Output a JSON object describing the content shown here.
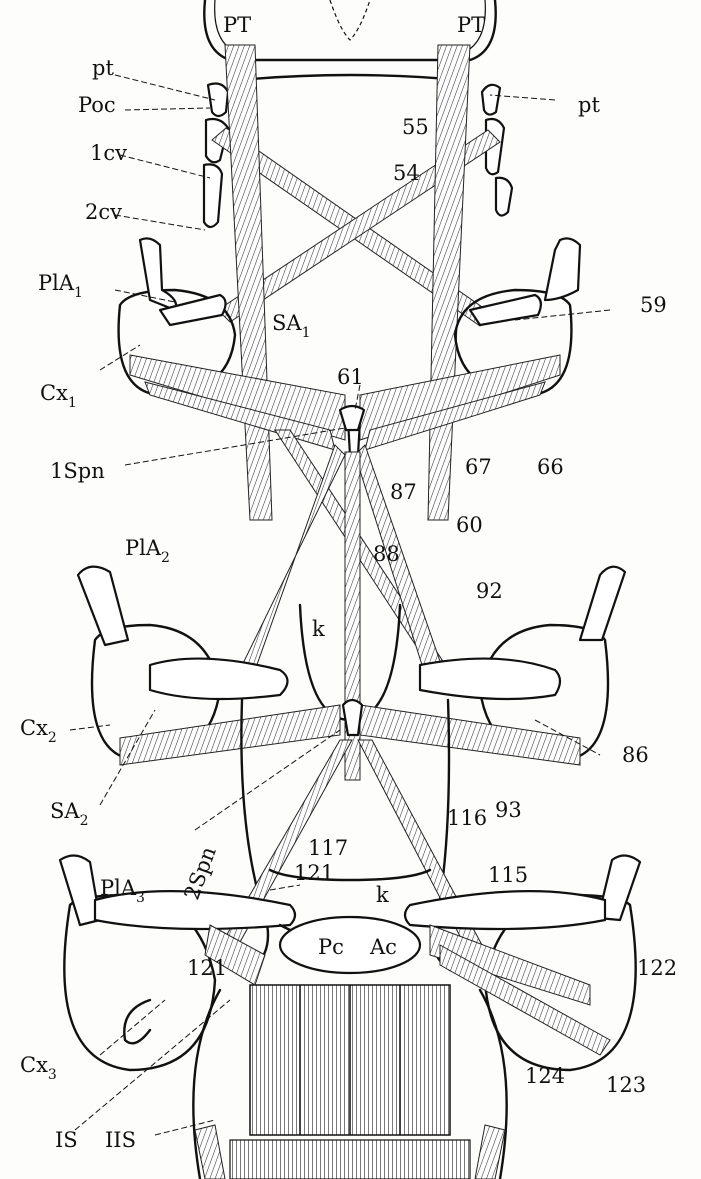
{
  "labels": {
    "pt_left": "pt",
    "pt_right": "pt",
    "PT_left": "PT",
    "PT_right": "PT",
    "Poc": "Poc",
    "1cv": "1cv",
    "2cv": "2cv",
    "55": "55",
    "54": "54",
    "PlA1": "PlA",
    "PlA1_sub": "1",
    "SA1": "SA",
    "SA1_sub": "1",
    "59": "59",
    "Cx1": "Cx",
    "Cx1_sub": "1",
    "61": "61",
    "67": "67",
    "66": "66",
    "1Spn": "1Spn",
    "87": "87",
    "60": "60",
    "PlA2": "PlA",
    "PlA2_sub": "2",
    "88": "88",
    "92": "92",
    "k_upper": "k",
    "Cx2": "Cx",
    "Cx2_sub": "2",
    "86": "86",
    "SA2": "SA",
    "SA2_sub": "2",
    "93": "93",
    "2Spn": "2Spn",
    "117": "117",
    "116": "116",
    "PlA3": "PlA",
    "PlA3_sub": "3",
    "121_upper": "121",
    "k_lower": "k",
    "115": "115",
    "Pc": "Pc",
    "Ac": "Ac",
    "121_lower": "121",
    "122": "122",
    "Cx3": "Cx",
    "Cx3_sub": "3",
    "124": "124",
    "123": "123",
    "IS": "IS",
    "IIS": "IIS"
  }
}
